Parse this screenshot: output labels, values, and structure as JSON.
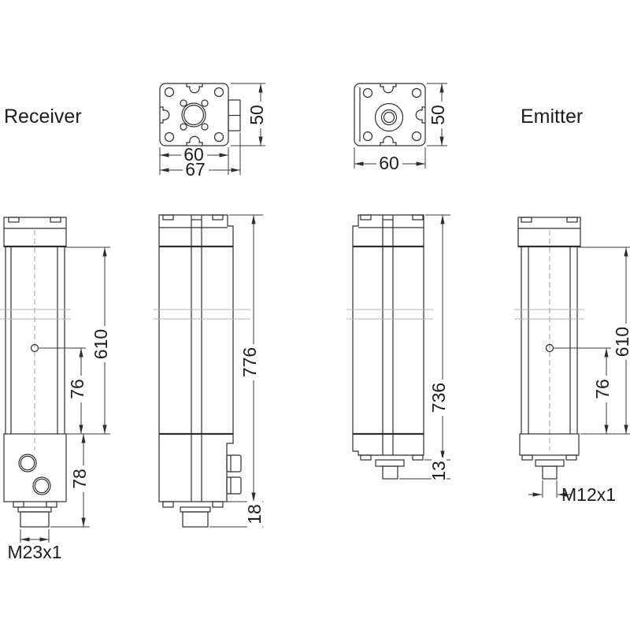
{
  "labels": {
    "receiver": "Receiver",
    "emitter": "Emitter"
  },
  "top_views": {
    "receiver": {
      "body_width": "60",
      "total_width": "67",
      "depth": "50"
    },
    "emitter": {
      "body_width": "60",
      "depth": "50"
    }
  },
  "front_views": {
    "receiver": {
      "field_height": "610",
      "hole_offset": "76",
      "end_cap": "78",
      "connector_thread": "M23x1"
    },
    "receiver_side": {
      "total_height": "776",
      "connector_length": "18"
    },
    "emitter_side": {
      "total_height": "736",
      "connector_length": "13"
    },
    "emitter": {
      "field_height": "610",
      "hole_offset": "76",
      "connector_thread": "M12x1"
    }
  },
  "colors": {
    "line": "#2e2e2e",
    "dim": "#3a3a3a",
    "break_line": "#b3b3b3",
    "centerline": "#9c9c9c",
    "background": "#ffffff"
  }
}
